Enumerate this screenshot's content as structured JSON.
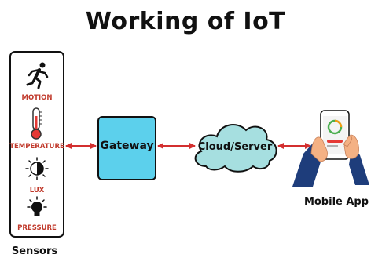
{
  "title": "Working of IoT",
  "sensors": {
    "caption": "Sensors",
    "items": [
      {
        "label": "MOTION",
        "icon": "running-person-icon"
      },
      {
        "label": "TEMPERATURE",
        "icon": "thermometer-icon"
      },
      {
        "label": "LUX",
        "icon": "half-sun-icon"
      },
      {
        "label": "PRESSURE",
        "icon": "lightbulb-icon"
      }
    ]
  },
  "gateway": {
    "label": "Gateway"
  },
  "cloud": {
    "label": "Cloud/Server"
  },
  "mobile": {
    "caption": "Mobile App"
  },
  "colors": {
    "sensor_label": "#c0392b",
    "arrow": "#d32f2f",
    "gateway_fill": "#5cd0ec",
    "cloud_fill": "#a6dfe0",
    "node_border": "#111111"
  }
}
